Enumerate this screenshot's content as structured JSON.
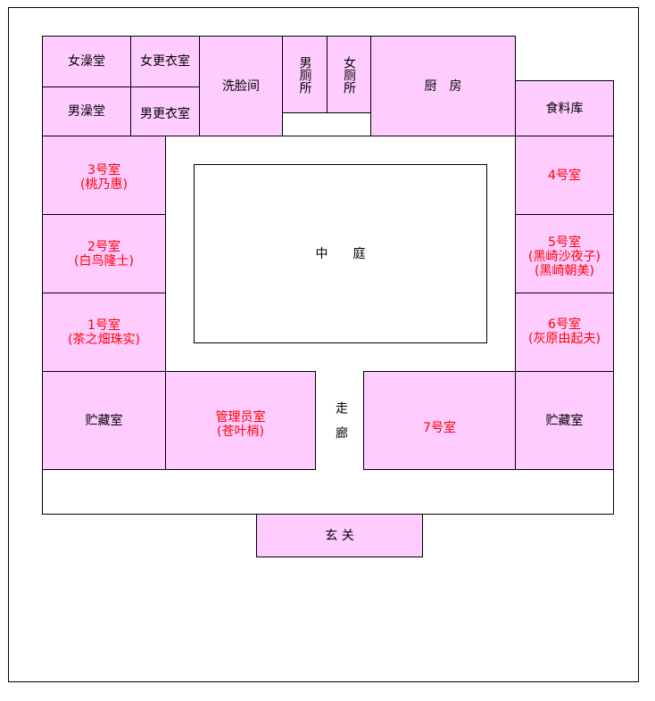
{
  "rooms": {
    "women_bath": "女澡堂",
    "men_bath": "男澡堂",
    "women_change": "女更衣室",
    "men_change": "男更衣室",
    "washroom": "洗脸间",
    "men_toilet": "男厕所",
    "women_toilet": "女厕所",
    "kitchen": "厨　房",
    "pantry": "食料库",
    "room3": "3号室",
    "room3_occ": "(桃乃惠)",
    "room2": "2号室",
    "room2_occ": "(白鸟隆士)",
    "room1": "1号室",
    "room1_occ": "(茶之畑珠实)",
    "storage_left": "贮藏室",
    "manager": "管理员室",
    "manager_occ": "(苍叶梢)",
    "corridor": "走廊",
    "room7": "7号室",
    "storage_right": "贮藏室",
    "room4": "4号室",
    "room5": "5号室",
    "room5_occ1": "(黑崎沙夜子)",
    "room5_occ2": "(黑崎朝美)",
    "room6": "6号室",
    "room6_occ": "(灰原由起夫)",
    "courtyard": "中　　庭",
    "entrance": "玄 关"
  },
  "colors": {
    "room_fill": "#ffccff",
    "occupant_text": "#ff0000"
  }
}
